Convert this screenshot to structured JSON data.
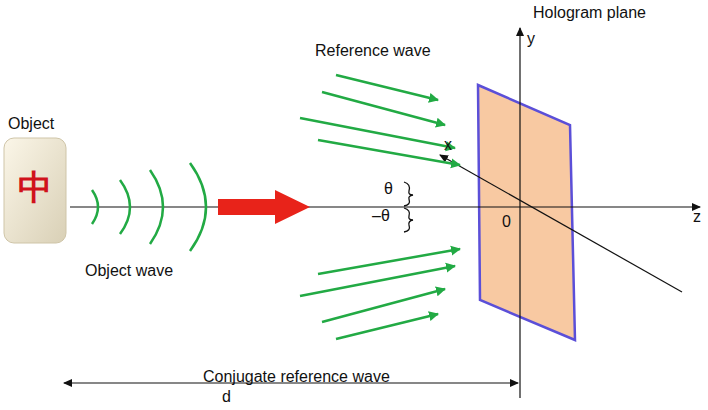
{
  "diagram": {
    "labels": [
      "Hologram plane",
      "y",
      "Reference wave",
      "x",
      "Object",
      "θ",
      "–θ",
      "0",
      "z",
      "Object wave",
      "Conjugate reference wave",
      "d",
      "中"
    ]
  }
}
